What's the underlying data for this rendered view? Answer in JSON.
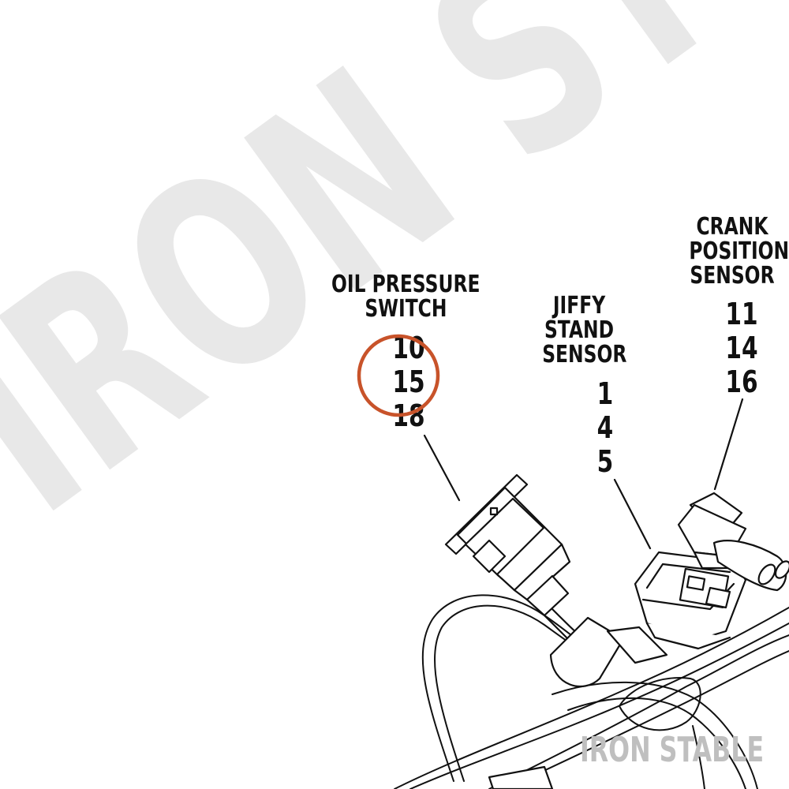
{
  "watermark": {
    "big_text": "IRON ST",
    "small_text": "IRON STABLE"
  },
  "components": {
    "oil_pressure_switch": {
      "title": [
        "OIL PRESSURE",
        "SWITCH"
      ],
      "pins": [
        "10",
        "15",
        "18"
      ],
      "highlighted_pin": "15"
    },
    "jiffy_stand_sensor": {
      "title": [
        "JIFFY",
        "STAND",
        "SENSOR"
      ],
      "pins": [
        "1",
        "4",
        "5"
      ]
    },
    "crank_position_sensor": {
      "title": [
        "CRANK",
        "POSITION",
        "SENSOR"
      ],
      "pins": [
        "11",
        "14",
        "16"
      ]
    }
  },
  "colors": {
    "highlight_circle": "#c8532a",
    "watermark": "#e8e8e8",
    "ink": "#111111"
  }
}
